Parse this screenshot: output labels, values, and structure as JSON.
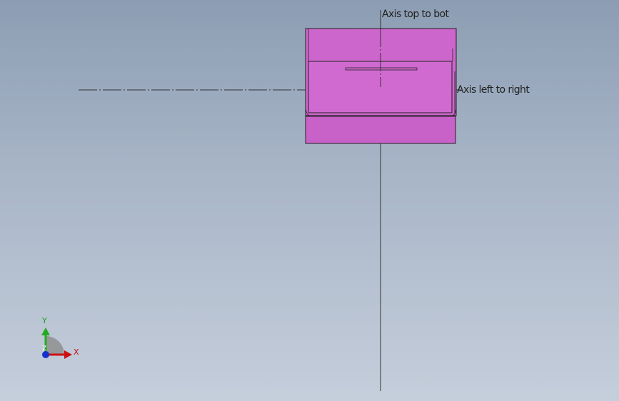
{
  "viewport": {
    "background_top": "#8c9db3",
    "background_bottom": "#c5cedb"
  },
  "reference_axes": {
    "vertical_label": "Axis top to bot",
    "horizontal_label": "Axis left to right",
    "line_color": "#333333"
  },
  "part": {
    "fill_color": "#cc66cc",
    "edge_color": "#222222"
  },
  "triad": {
    "x_label": "X",
    "y_label": "Y",
    "z_label": "Z",
    "x_color": "#cc1111",
    "y_color": "#22aa22",
    "z_color": "#1133cc"
  }
}
